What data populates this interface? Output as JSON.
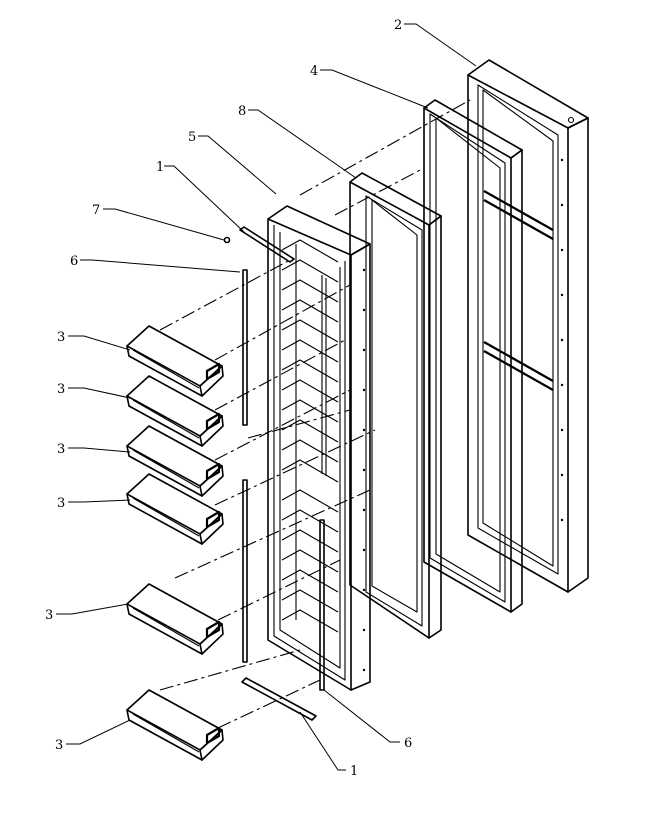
{
  "labels": {
    "l1a": "1",
    "l1b": "1",
    "l2": "2",
    "l3a": "3",
    "l3b": "3",
    "l3c": "3",
    "l3d": "3",
    "l3e": "3",
    "l3f": "3",
    "l4": "4",
    "l5": "5",
    "l6a": "6",
    "l6b": "6",
    "l7": "7",
    "l8": "8"
  }
}
